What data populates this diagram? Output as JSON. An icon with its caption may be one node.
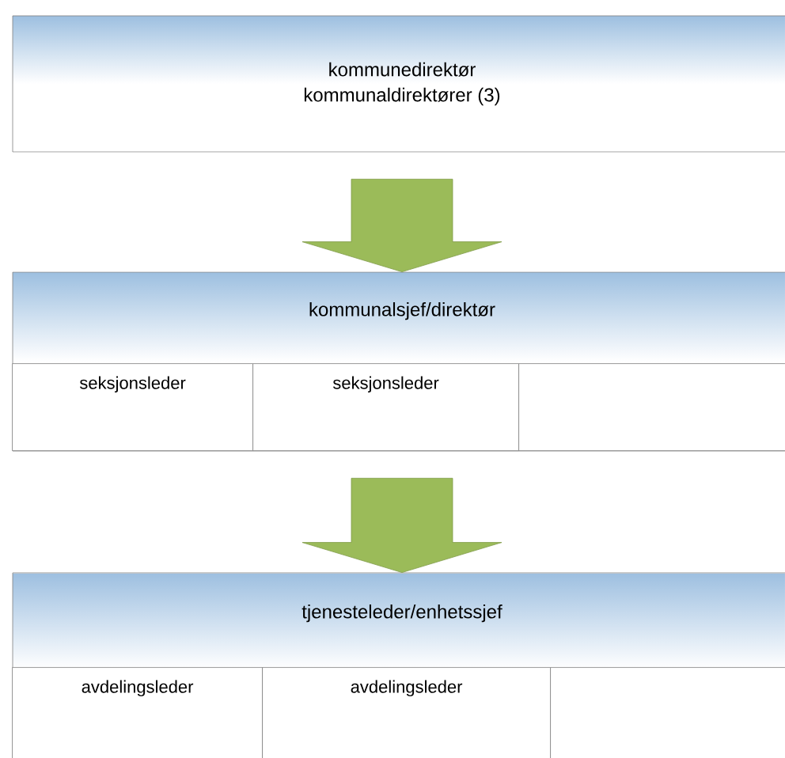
{
  "diagram": {
    "nodes": [
      {
        "text": [
          "kommunedirektør",
          "kommunaldirektører (3)"
        ]
      },
      {
        "text": [
          "kommunalsjef/direktør"
        ]
      },
      {
        "text": [
          "seksjonsleder"
        ],
        "in": 1
      },
      {
        "text": [
          "seksjonsleder"
        ],
        "in": 1
      },
      {
        "text": [],
        "shape": "box",
        "in": 1
      },
      {
        "text": [
          "tjenesteleder/enhetssjef"
        ]
      },
      {
        "text": [
          "avdelingsleder"
        ],
        "in": 5
      },
      {
        "text": [
          "avdelingsleder"
        ],
        "in": 5
      },
      {
        "text": [],
        "shape": "box",
        "in": 5
      }
    ],
    "edges": [
      {
        "from": 0,
        "to": 1,
        "arrow": "to"
      },
      {
        "from": 1,
        "to": 5,
        "arrow": "to"
      }
    ]
  }
}
